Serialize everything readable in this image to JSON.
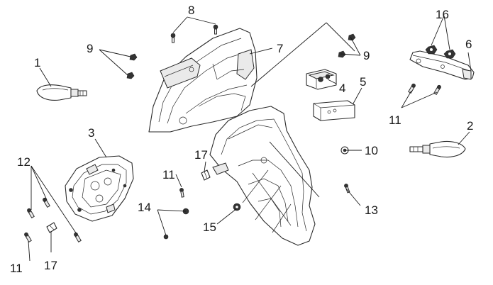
{
  "diagram": {
    "callouts": [
      {
        "id": "c1",
        "text": "1"
      },
      {
        "id": "c2",
        "text": "2"
      },
      {
        "id": "c3",
        "text": "3"
      },
      {
        "id": "c4",
        "text": "4"
      },
      {
        "id": "c5",
        "text": "5"
      },
      {
        "id": "c6",
        "text": "6"
      },
      {
        "id": "c7",
        "text": "7"
      },
      {
        "id": "c8",
        "text": "8"
      },
      {
        "id": "c9a",
        "text": "9"
      },
      {
        "id": "c9b",
        "text": "9"
      },
      {
        "id": "c10",
        "text": "10"
      },
      {
        "id": "c11a",
        "text": "11"
      },
      {
        "id": "c11b",
        "text": "11"
      },
      {
        "id": "c11c",
        "text": "11"
      },
      {
        "id": "c12",
        "text": "12"
      },
      {
        "id": "c13",
        "text": "13"
      },
      {
        "id": "c14",
        "text": "14"
      },
      {
        "id": "c15",
        "text": "15"
      },
      {
        "id": "c16",
        "text": "16"
      },
      {
        "id": "c17a",
        "text": "17"
      },
      {
        "id": "c17b",
        "text": "17"
      }
    ]
  }
}
